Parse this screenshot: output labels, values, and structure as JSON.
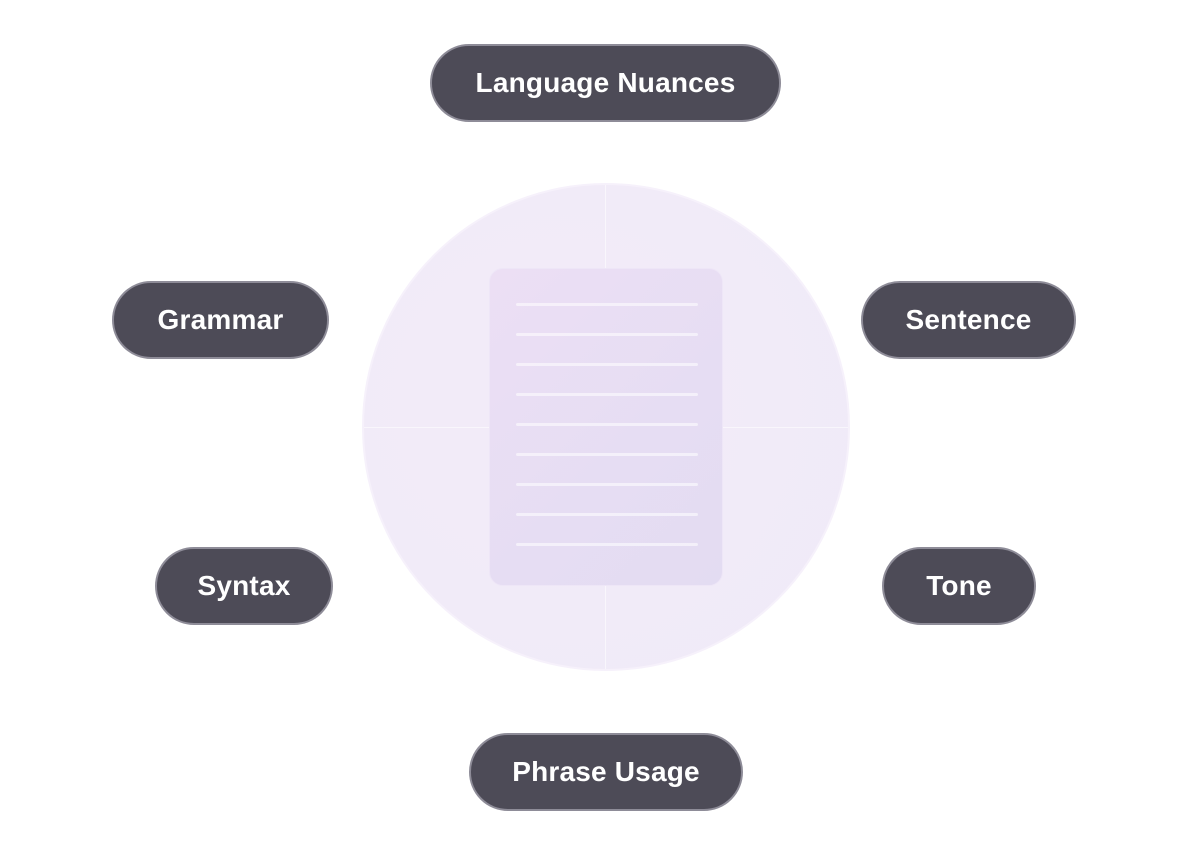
{
  "center": {
    "icon": "document-icon",
    "line_count": 9
  },
  "nodes": {
    "language_nuances": "Language Nuances",
    "grammar": "Grammar",
    "sentence": "Sentence",
    "syntax": "Syntax",
    "tone": "Tone",
    "phrase_usage": "Phrase Usage"
  },
  "colors": {
    "pill_fill": "#4d4b57",
    "pill_border": "#8e8c98",
    "pill_text": "#ffffff",
    "circle_fill": "#f1ebf8",
    "document_fill": "#e6ddf3"
  }
}
